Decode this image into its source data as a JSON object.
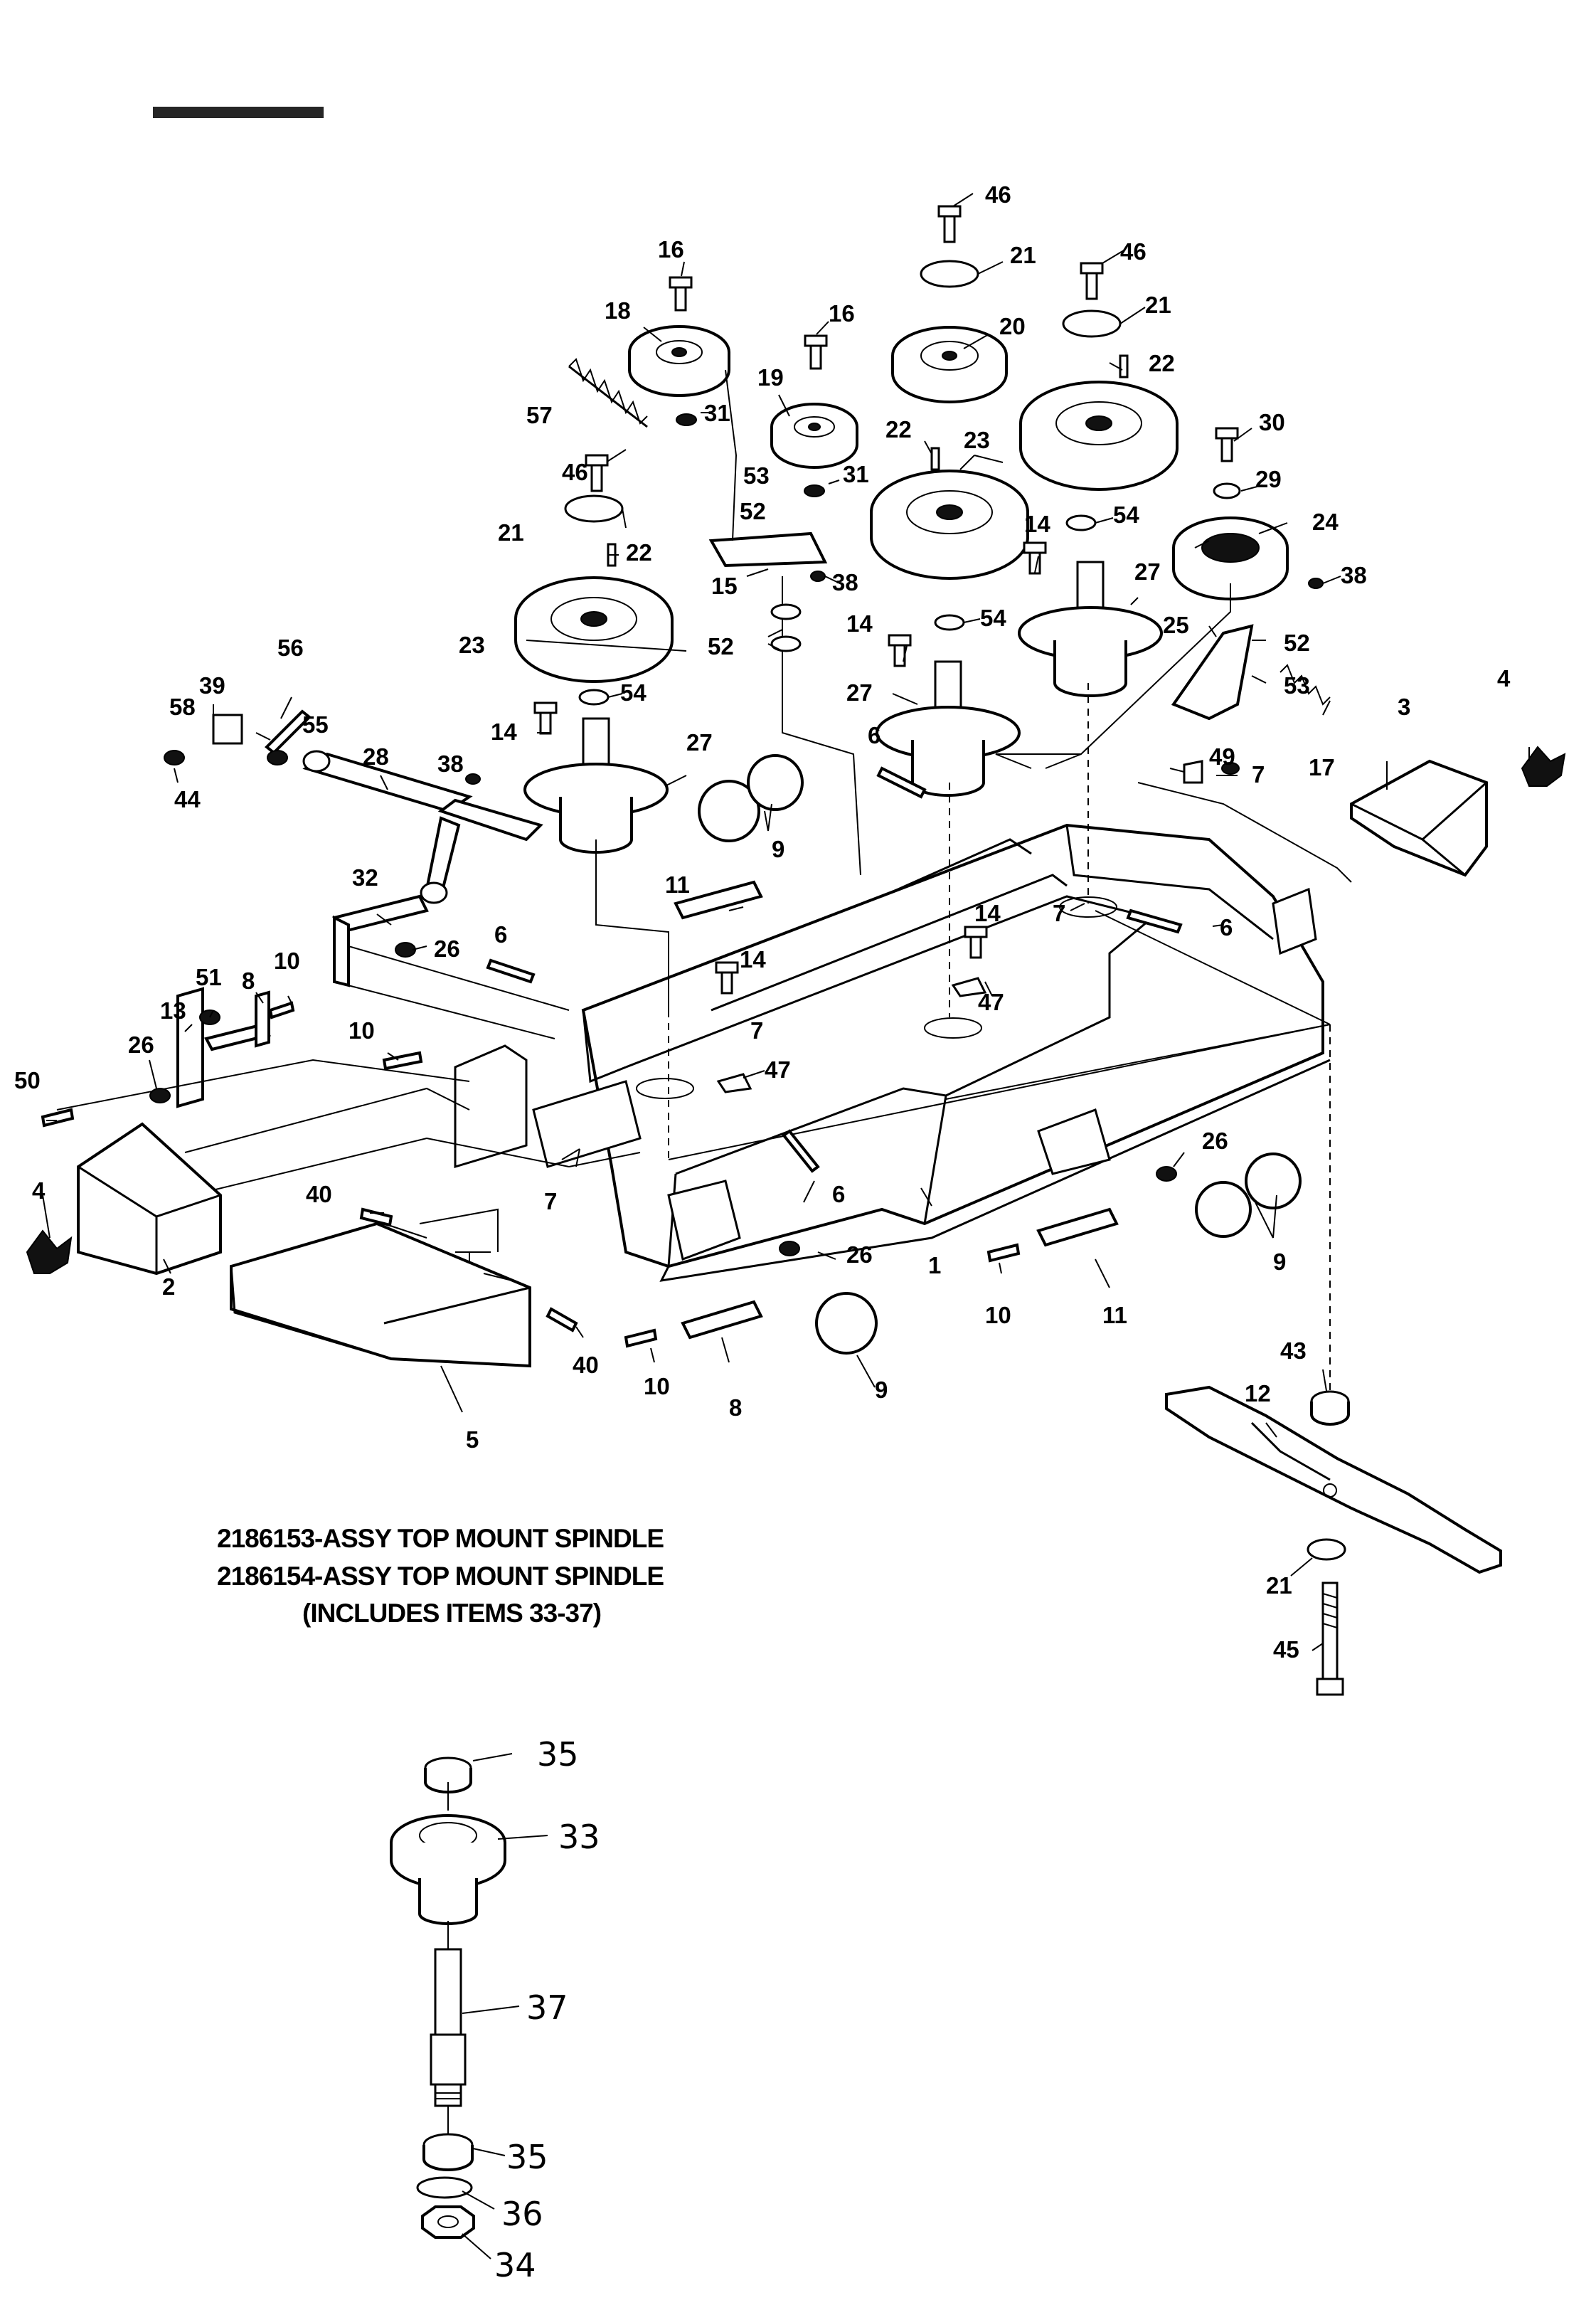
{
  "header": {
    "title_fragment": "FIGURE 2"
  },
  "caption": {
    "line1": "2186153-ASSY TOP MOUNT SPINDLE",
    "line2": "2186154-ASSY TOP MOUNT SPINDLE",
    "line3": "(INCLUDES ITEMS 33-37)"
  },
  "callouts": {
    "c46a": "46",
    "c46b": "46",
    "c46c": "46",
    "c16a": "16",
    "c16b": "16",
    "c21a": "21",
    "c21b": "21",
    "c21c": "21",
    "c21d": "21",
    "c18": "18",
    "c19": "19",
    "c20": "20",
    "c22a": "22",
    "c22b": "22",
    "c22c": "22",
    "c57": "57",
    "c31a": "31",
    "c31b": "31",
    "c23a": "23",
    "c23b": "23",
    "c53a": "53",
    "c53b": "53",
    "c52a": "52",
    "c52b": "52",
    "c52c": "52",
    "c30": "30",
    "c29": "29",
    "c24": "24",
    "c54a": "54",
    "c54b": "54",
    "c54c": "54",
    "c14a": "14",
    "c14b": "14",
    "c14c": "14",
    "c14d": "14",
    "c14e": "14",
    "c38a": "38",
    "c38b": "38",
    "c38c": "38",
    "c15": "15",
    "c27a": "27",
    "c27b": "27",
    "c27c": "27",
    "c25": "25",
    "c17": "17",
    "c56": "56",
    "c39": "39",
    "c58": "58",
    "c55": "55",
    "c44": "44",
    "c28": "28",
    "c6a": "6",
    "c6b": "6",
    "c6c": "6",
    "c6d": "6",
    "c9a": "9",
    "c9b": "9",
    "c9c": "9",
    "c3": "3",
    "c4a": "4",
    "c4b": "4",
    "c49": "49",
    "c7a": "7",
    "c7b": "7",
    "c7c": "7",
    "c7d": "7",
    "c32": "32",
    "c26a": "26",
    "c26b": "26",
    "c26c": "26",
    "c26d": "26",
    "c11a": "11",
    "c11b": "11",
    "c47a": "47",
    "c47b": "47",
    "c51": "51",
    "c8a": "8",
    "c8b": "8",
    "c10a": "10",
    "c10b": "10",
    "c10c": "10",
    "c10d": "10",
    "c13": "13",
    "c50": "50",
    "c40a": "40",
    "c40b": "40",
    "c1": "1",
    "c2": "2",
    "c5": "5",
    "c12": "12",
    "c43": "43",
    "c45": "45"
  },
  "subassembly": {
    "c35a": "35",
    "c33": "33",
    "c37": "37",
    "c35b": "35",
    "c36": "36",
    "c34": "34"
  }
}
